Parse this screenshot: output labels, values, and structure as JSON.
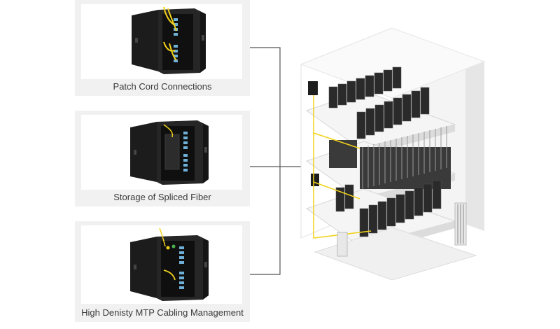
{
  "panels": [
    {
      "caption": "Patch Cord Connections",
      "icon": "wall-mount-enclosure-patch-cords"
    },
    {
      "caption": "Storage of Spliced Fiber",
      "icon": "wall-mount-enclosure-splice-tray"
    },
    {
      "caption": "High Denisty MTP Cabling Management",
      "icon": "wall-mount-enclosure-mtp-cassettes"
    }
  ],
  "building": {
    "icon": "data-center-building-cutaway"
  },
  "colors": {
    "panel_bg": "#f1f1f1",
    "enclosure": "#1e1e1e",
    "fiber": "#f2d21a",
    "adapter": "#6fb0d8",
    "connector_line": "#555555",
    "building_wall": "#ffffff",
    "building_shadow": "#d8d8d8"
  }
}
